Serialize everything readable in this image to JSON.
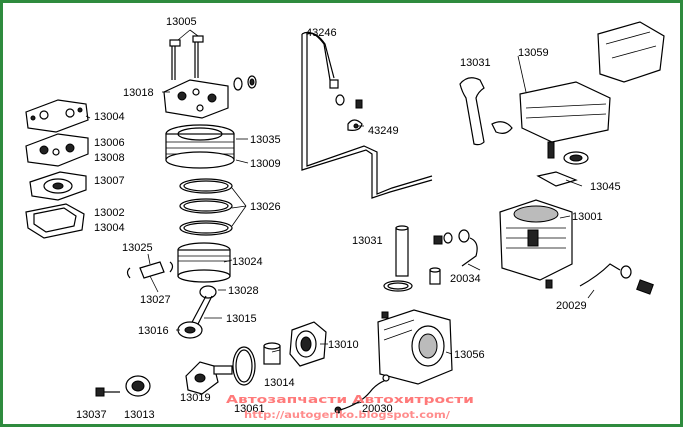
{
  "parts": {
    "p13005": "13005",
    "p13018": "13018",
    "p13004a": "13004",
    "p13006": "13006",
    "p13008": "13008",
    "p13007": "13007",
    "p13002": "13002",
    "p13004b": "13004",
    "p13035": "13035",
    "p13009": "13009",
    "p13026": "13026",
    "p13025": "13025",
    "p13027": "13027",
    "p13024": "13024",
    "p13028": "13028",
    "p13015": "13015",
    "p13016": "13016",
    "p13037": "13037",
    "p13013": "13013",
    "p13019": "13019",
    "p13061": "13061",
    "p13014": "13014",
    "p13010": "13010",
    "p43246": "43246",
    "p43249": "43249",
    "p13031a": "13031",
    "p13031b": "13031",
    "p13059": "13059",
    "p13045": "13045",
    "p13001": "13001",
    "p20034": "20034",
    "p20029": "20029",
    "p13056": "13056",
    "p20030": "20030"
  },
  "watermark": {
    "line1": "Автозапчасти  Автохитрости",
    "line2": "http://autogeriko.blogspot.com/"
  },
  "colors": {
    "frame": "#2e8b3e",
    "watermark": "#ff7a7a"
  }
}
